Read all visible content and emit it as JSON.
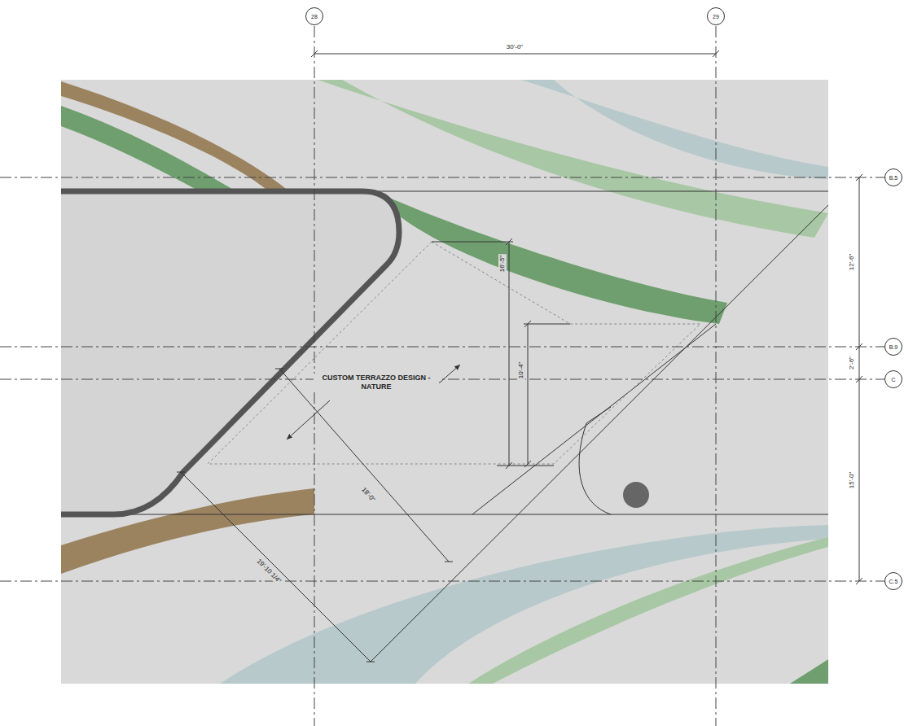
{
  "diagram": {
    "nodes": [
      {
        "text": [
          "28"
        ]
      },
      {
        "text": [
          "29"
        ]
      },
      {
        "text": [
          "B.5"
        ]
      },
      {
        "text": [
          "B.9"
        ]
      },
      {
        "text": [
          "C"
        ]
      },
      {
        "text": [
          "C.5"
        ]
      }
    ],
    "labels": [
      "30'-0\"",
      "12'-6\"",
      "2'-6\"",
      "15'-0\"",
      "16'-5\"",
      "10'-4\"",
      "CUSTOM TERRAZZO DESIGN - NATURE",
      "18'-0\"",
      "19'-10 1/4\""
    ]
  }
}
